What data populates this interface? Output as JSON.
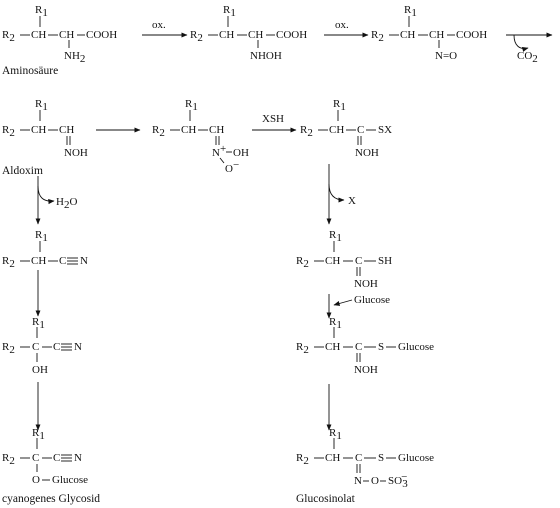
{
  "labels": {
    "R2": "R",
    "R2_sub": "2",
    "R1": "R",
    "R1_sub": "1",
    "CH": "CH",
    "C": "C",
    "COOH": "COOH",
    "NH2": "NH",
    "NH2_sub": "2",
    "NHOH": "NHOH",
    "N_eq_O": "N=O",
    "CO2": "CO",
    "CO2_sub": "2",
    "NOH": "NOH",
    "N_plus": "N",
    "plus": "+",
    "OH_oxide": "OH",
    "O_minus": "O",
    "minus": "−",
    "SX": "SX",
    "SH": "SH",
    "S": "S",
    "Glucose": "Glucose",
    "N": "N",
    "OH": "OH",
    "O": "O",
    "SO3": "SO",
    "SO3_sub": "3",
    "H2O": "H",
    "H2O_sub": "2",
    "H2O_tail": "O",
    "X": "X"
  },
  "reagents": {
    "ox1": "ox.",
    "ox2": "ox.",
    "xsh": "XSH"
  },
  "captions": {
    "aminosaeure": "Aminosäure",
    "aldoxim": "Aldoxim",
    "cyanogenes": "cyanogenes Glycosid",
    "glucosinolat": "Glucosinolat"
  },
  "colors": {
    "ink": "#111111",
    "background": "#ffffff"
  }
}
